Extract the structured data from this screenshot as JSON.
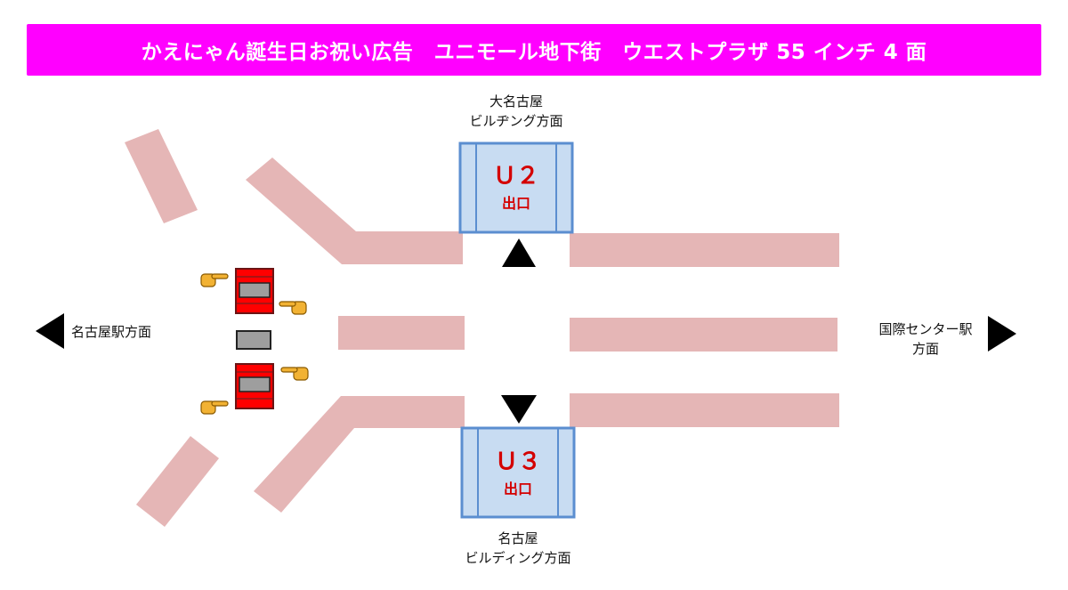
{
  "banner": {
    "title": "かえにゃん誕生日お祝い広告　ユニモール地下街　ウエストプラザ 55 インチ 4 面",
    "color": "#ff00ff"
  },
  "exits": {
    "north": {
      "code": "Ｕ２",
      "word": "出口",
      "dest_line1": "大名古屋",
      "dest_line2": "ビルヂング方面"
    },
    "south": {
      "code": "Ｕ３",
      "word": "出口",
      "dest_line1": "名古屋",
      "dest_line2": "ビルディング方面"
    }
  },
  "directions": {
    "west": "名古屋駅方面",
    "east_line1": "国際センター駅",
    "east_line2": "方面"
  },
  "colors": {
    "wall": "#e5b6b6",
    "exit_fill": "#c8dcf2",
    "exit_border": "#5b8ed0",
    "exit_text": "#d40000",
    "screen_frame": "#8b1a1a",
    "screen_red": "#ff0000",
    "screen_gray": "#9e9e9e",
    "pointer": "#f2b233"
  },
  "icons": [
    "pointing-hand-icon",
    "arrow-left-icon",
    "arrow-right-icon",
    "arrow-up-icon",
    "arrow-down-icon"
  ]
}
